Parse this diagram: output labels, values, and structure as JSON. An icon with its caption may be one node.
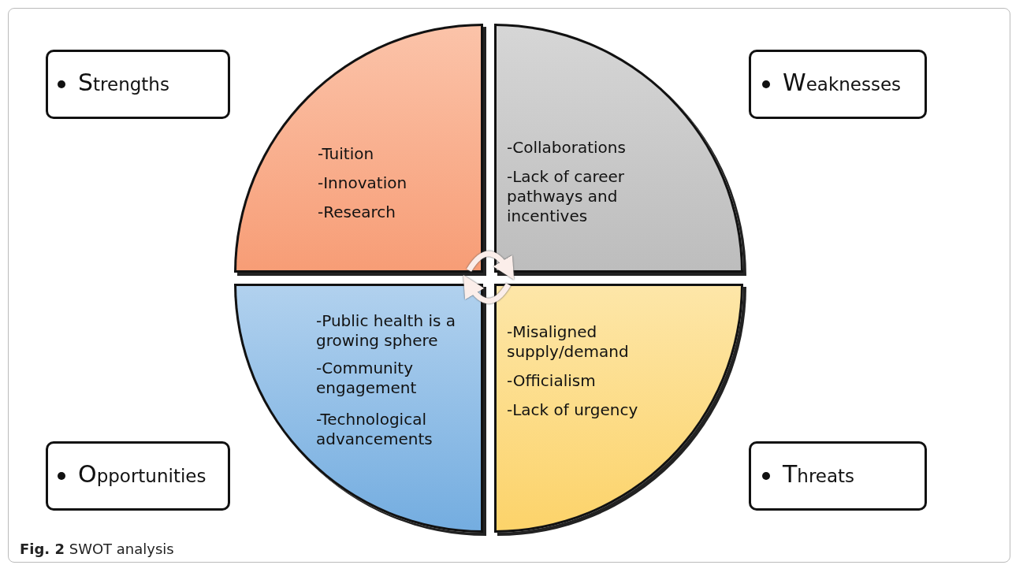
{
  "diagram": {
    "caption": "**Fig. 2** SWOT analysis",
    "nodes": [
      {
        "text": [
          "Strengths"
        ]
      },
      {
        "text": [
          "Weaknesses"
        ]
      },
      {
        "text": [
          "-Tuition",
          "-Innovation",
          "-Research"
        ]
      },
      {
        "text": [
          "-Collaborations",
          "-Lack of career pathways and incentives"
        ]
      },
      {
        "text": [
          "-Public health is a growing sphere",
          "-Community engagement",
          "-Technological advancements"
        ]
      },
      {
        "text": [
          "-Misaligned supply/demand",
          "-Officialism",
          "-Lack of urgency"
        ]
      },
      {
        "text": [
          "Opportunities"
        ]
      },
      {
        "text": [
          "Threats"
        ]
      }
    ],
    "edges": [
      {
        "from": 2,
        "to": 3,
        "arrow": "to"
      },
      {
        "from": 5,
        "to": 4,
        "arrow": "to"
      }
    ]
  }
}
